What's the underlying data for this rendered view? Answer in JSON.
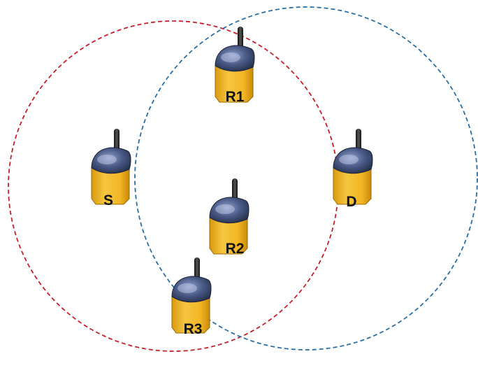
{
  "nodes": [
    {
      "id": "S",
      "label": "S"
    },
    {
      "id": "R1",
      "label": "R1"
    },
    {
      "id": "R2",
      "label": "R2"
    },
    {
      "id": "R3",
      "label": "R3"
    },
    {
      "id": "D",
      "label": "D"
    }
  ],
  "ranges": [
    {
      "id": "source-range",
      "color": "#c8202a",
      "style": "dashed"
    },
    {
      "id": "destination-range",
      "color": "#2a6fa8",
      "style": "dashed"
    }
  ],
  "radio_body_color": "#f2b625",
  "radio_screen_color": "#4a5a86"
}
